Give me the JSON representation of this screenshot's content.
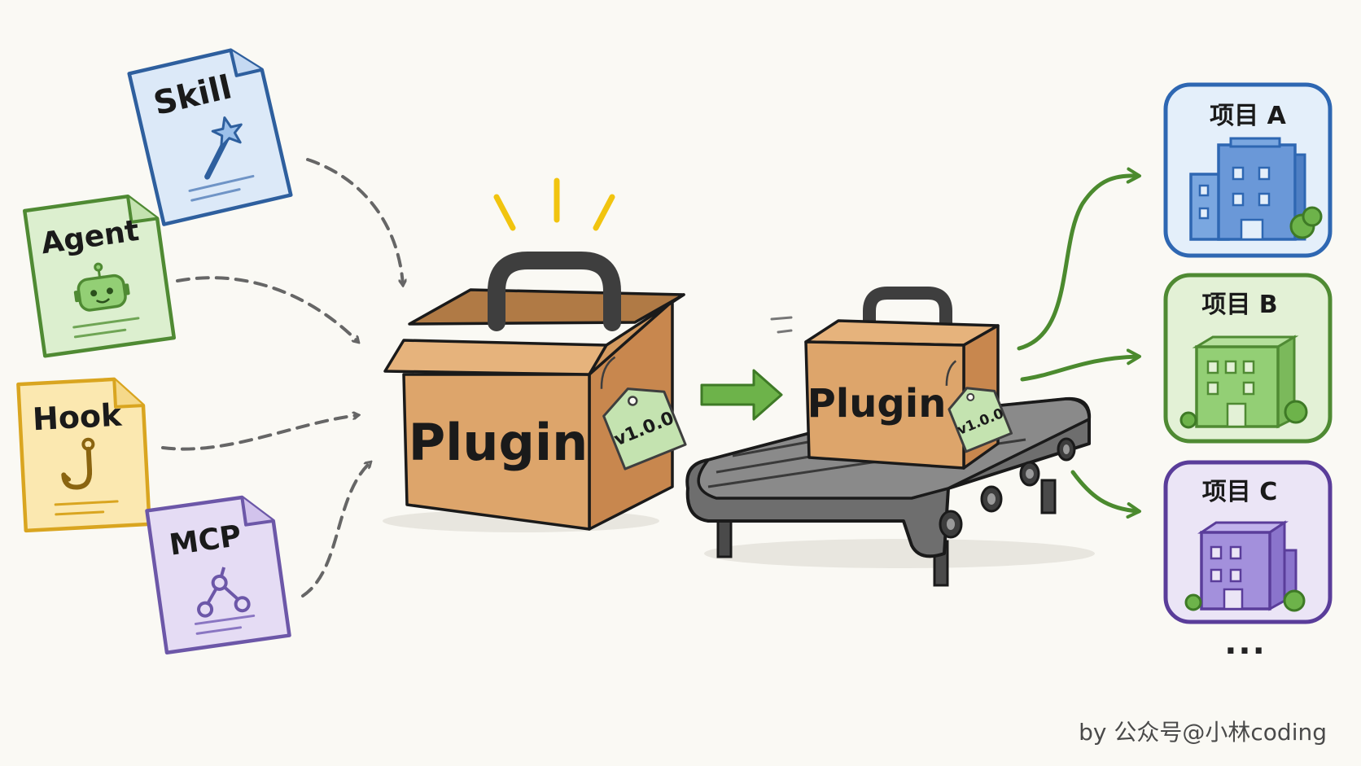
{
  "sources": [
    {
      "id": "skill",
      "label": "Skill",
      "icon": "magic-wand-icon",
      "color": "#2e5f9e",
      "fill": "#dce9f8"
    },
    {
      "id": "agent",
      "label": "Agent",
      "icon": "robot-icon",
      "color": "#4f8a33",
      "fill": "#dcefcf"
    },
    {
      "id": "hook",
      "label": "Hook",
      "icon": "hook-icon",
      "color": "#d9a520",
      "fill": "#fbe8b0"
    },
    {
      "id": "mcp",
      "label": "MCP",
      "icon": "network-icon",
      "color": "#6c57a8",
      "fill": "#e5dcf4"
    }
  ],
  "plugin_box": {
    "label": "Plugin",
    "tag": "v1.0.0"
  },
  "shipped_box": {
    "label": "Plugin",
    "tag": "v1.0.0"
  },
  "projects": [
    {
      "label": "项目 A",
      "color": "#2e67b2",
      "fill": "#e4effa",
      "building": "#7aa7e0"
    },
    {
      "label": "项目 B",
      "color": "#4f8a33",
      "fill": "#e3f1d6",
      "building": "#93cf75"
    },
    {
      "label": "项目 C",
      "color": "#5a3d9a",
      "fill": "#ebe5f6",
      "building": "#a390dc"
    }
  ],
  "ellipsis": "...",
  "credit": "by 公众号@小林coding"
}
